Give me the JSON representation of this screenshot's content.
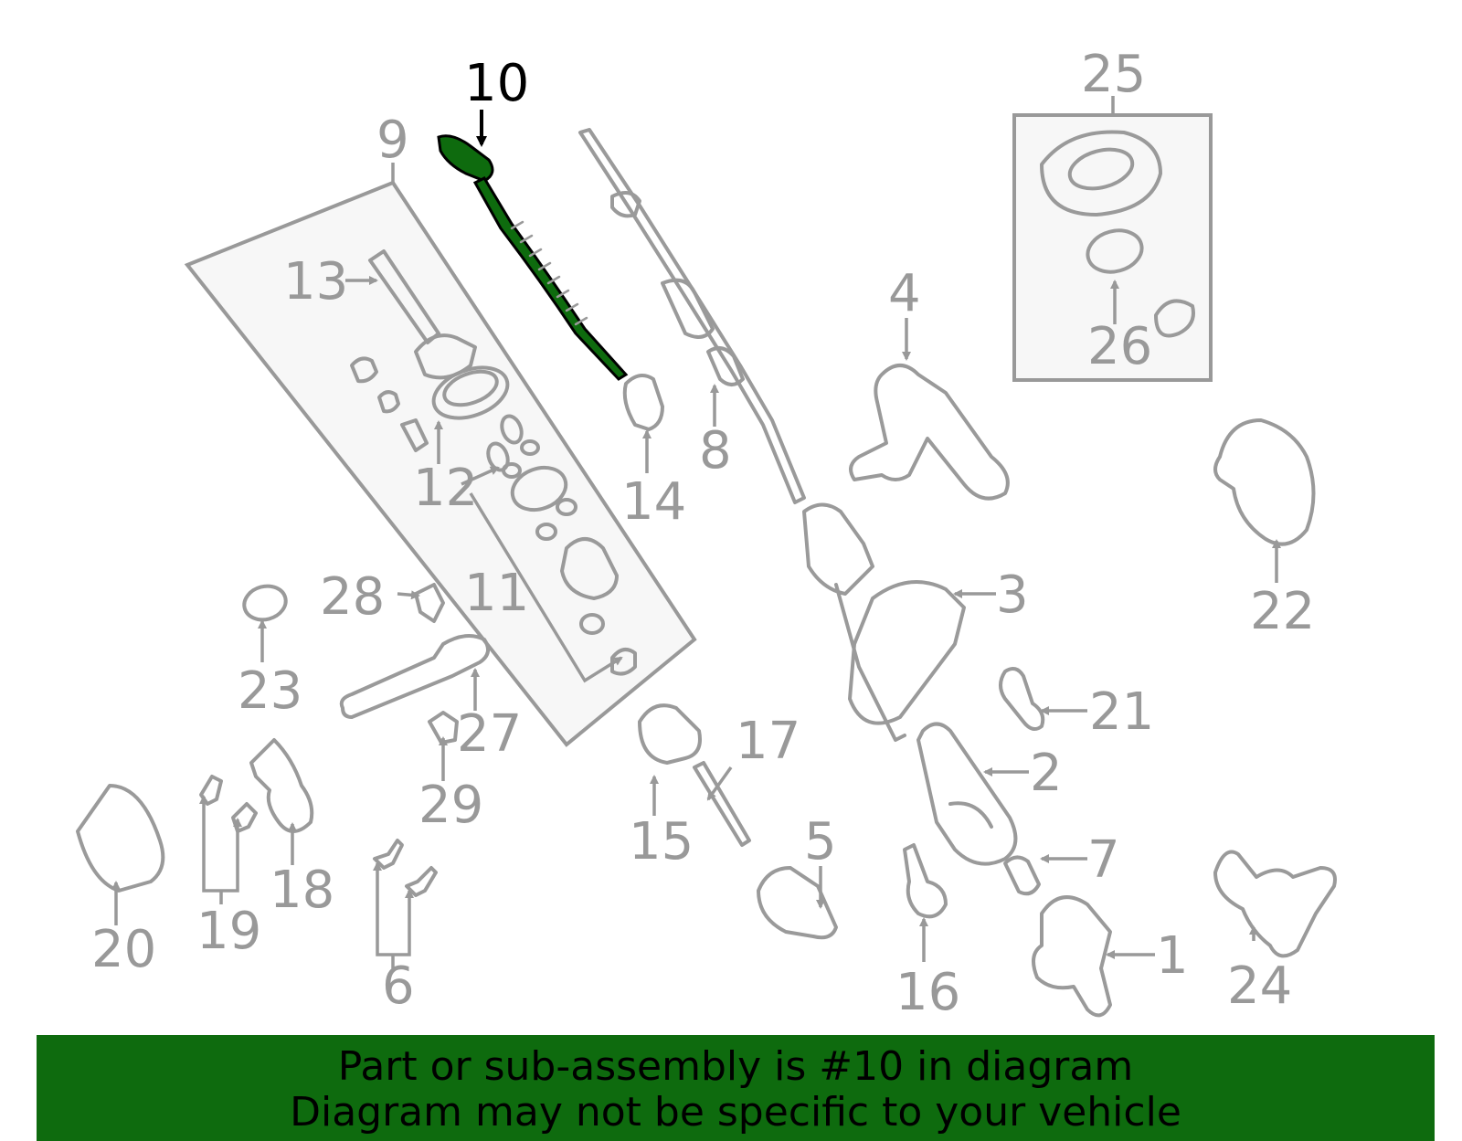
{
  "diagram": {
    "highlight_color": "#0e6b0e",
    "callouts": {
      "c1": "1",
      "c2": "2",
      "c3": "3",
      "c4": "4",
      "c5": "5",
      "c6": "6",
      "c7": "7",
      "c8": "8",
      "c9": "9",
      "c10": "10",
      "c11": "11",
      "c12": "12",
      "c13": "13",
      "c14": "14",
      "c15": "15",
      "c16": "16",
      "c17": "17",
      "c18": "18",
      "c19": "19",
      "c20": "20",
      "c21": "21",
      "c22": "22",
      "c23": "23",
      "c24": "24",
      "c25": "25",
      "c26": "26",
      "c27": "27",
      "c28": "28",
      "c29": "29"
    }
  },
  "banner": {
    "line1": "Part or sub-assembly is #10 in diagram",
    "line2": "Diagram may not be specific to your vehicle",
    "background": "#0e6b0e"
  }
}
